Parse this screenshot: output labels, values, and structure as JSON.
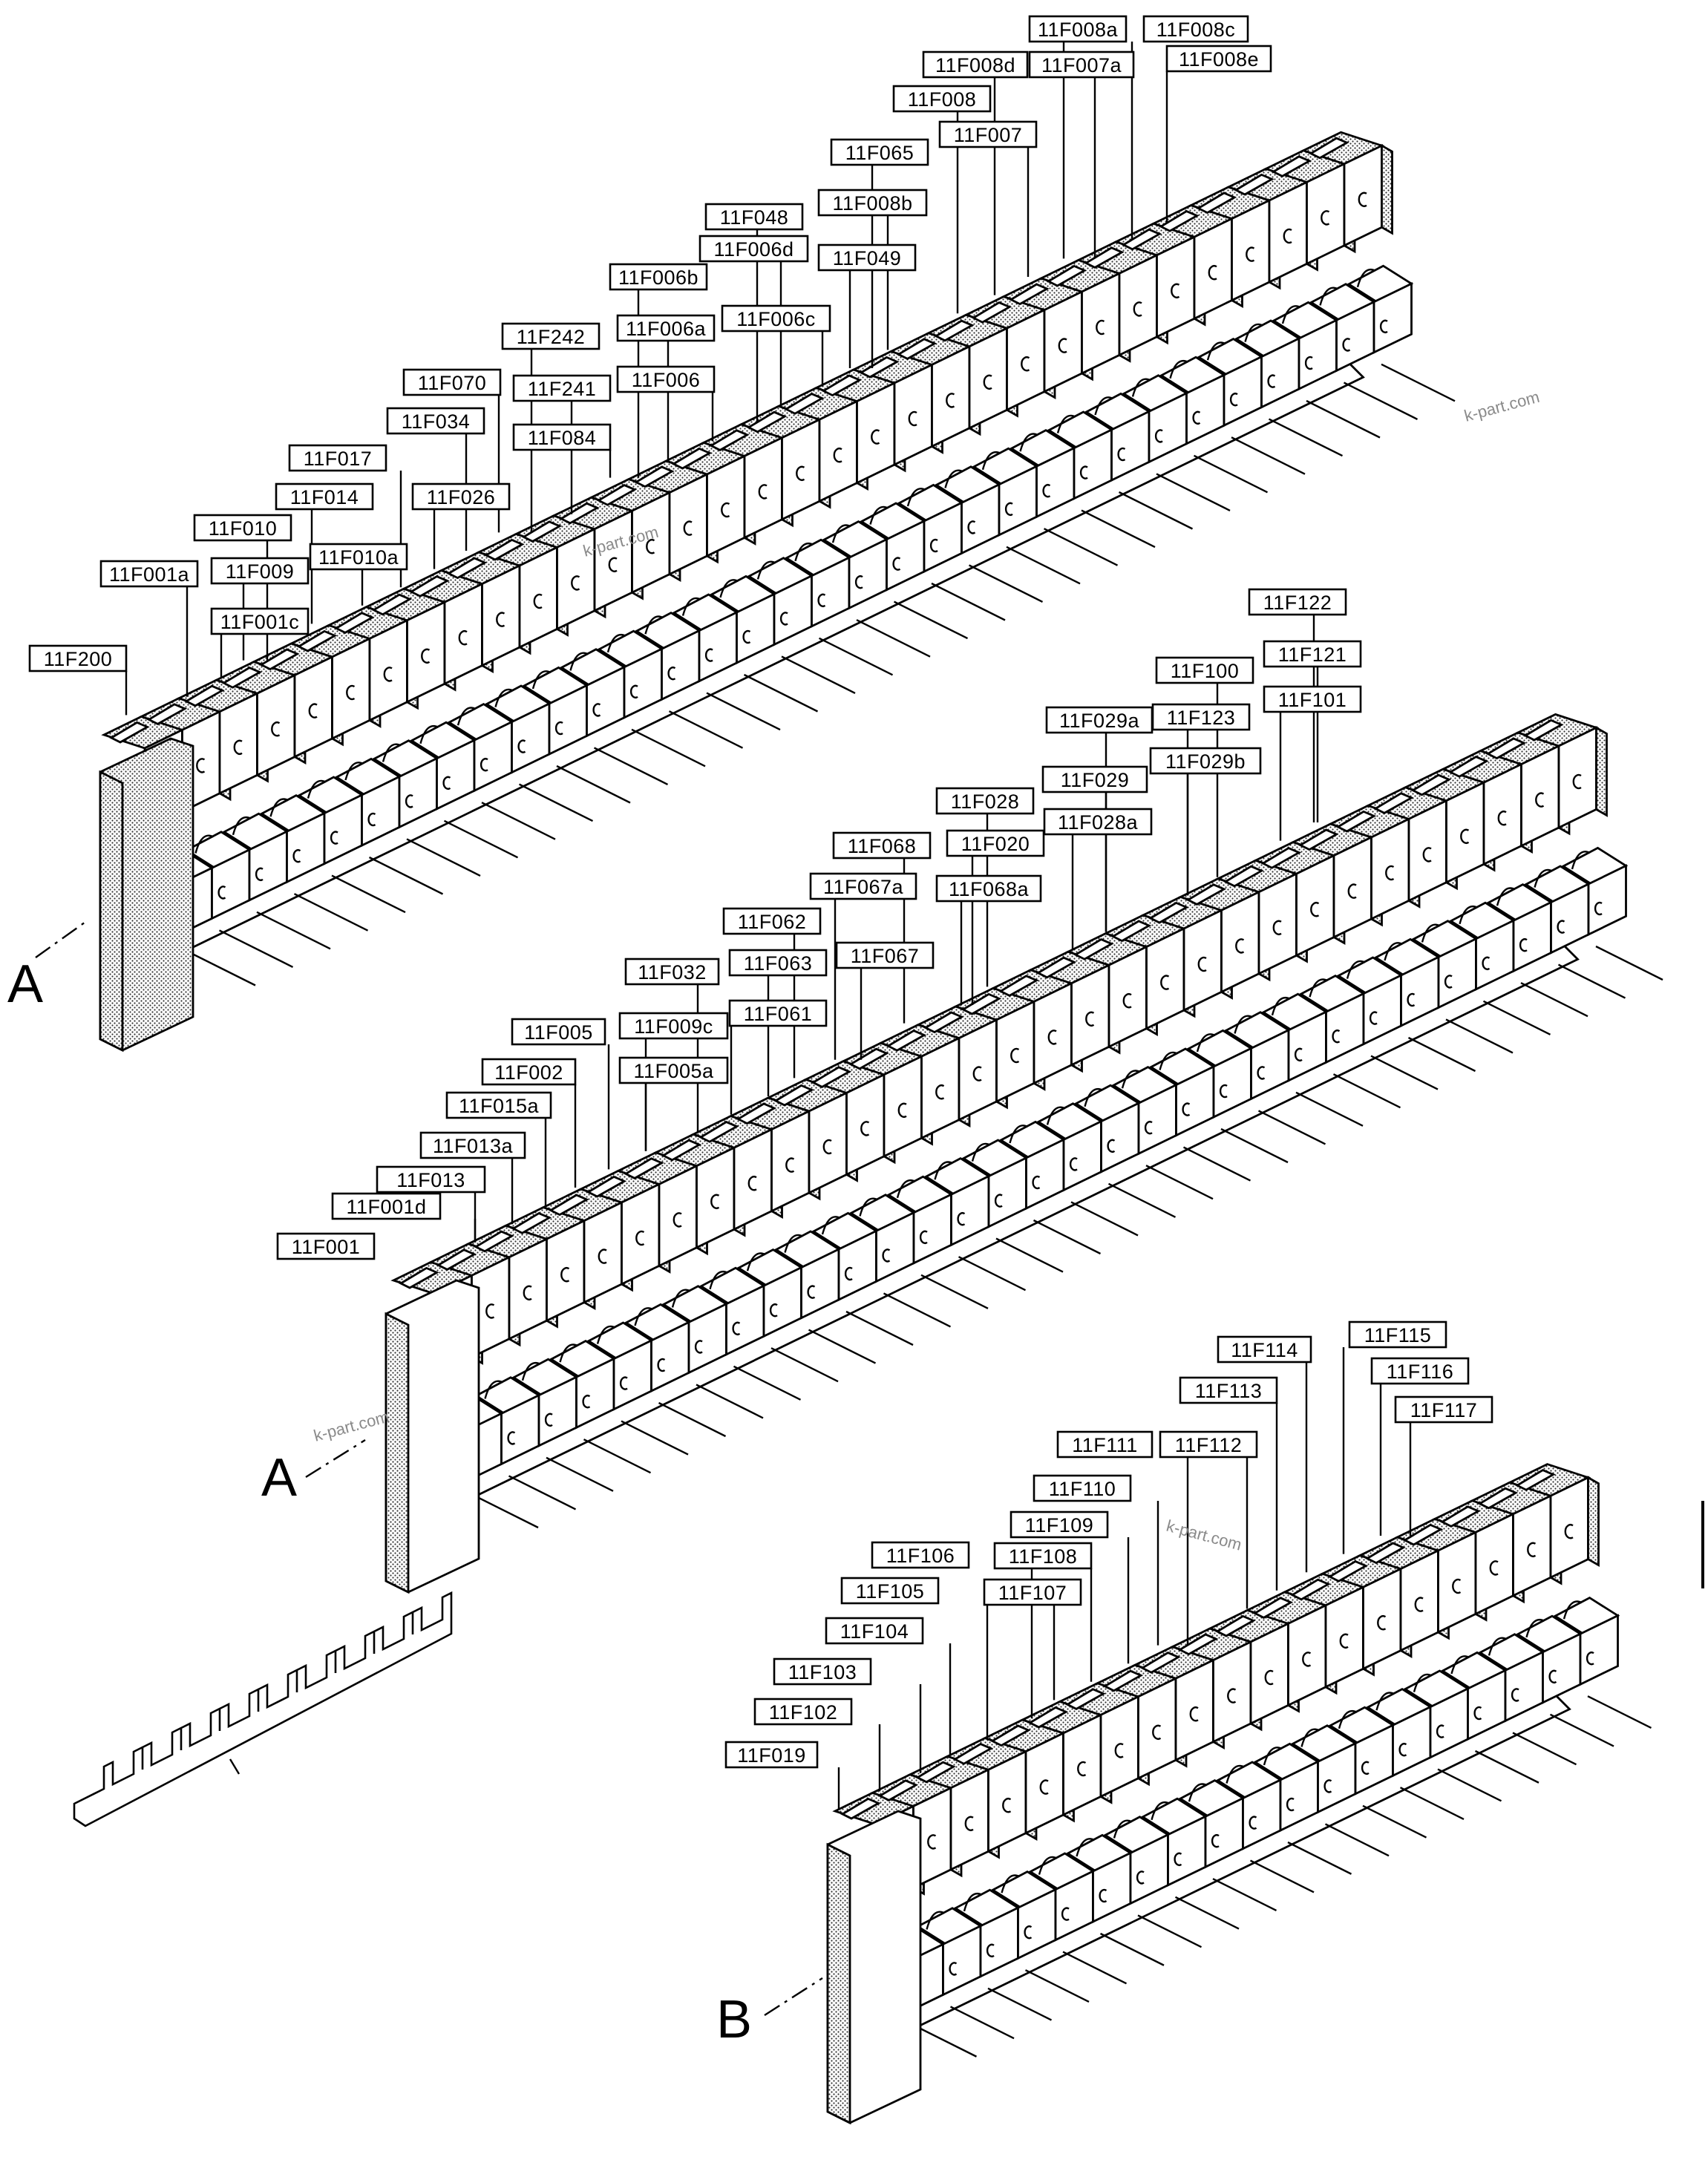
{
  "markers": {
    "row1": "A",
    "row2": "A",
    "row3": "B"
  },
  "watermark": "k-part.com",
  "rows": [
    {
      "id": "row1",
      "modules": 33,
      "labels": [
        "11F200",
        "11F001a",
        "11F001c",
        "11F009",
        "11F010",
        "11F014",
        "11F010a",
        "11F017",
        "11F034",
        "11F070",
        "11F026",
        "11F242",
        "11F241",
        "11F084",
        "11F006b",
        "11F006a",
        "11F006",
        "11F048",
        "11F006d",
        "11F006c",
        "11F065",
        "11F008b",
        "11F049",
        "11F008d",
        "11F008",
        "11F007",
        "11F008a",
        "11F007a",
        "11F008c",
        "11F008e"
      ]
    },
    {
      "id": "row2",
      "modules": 31,
      "labels": [
        "11F001",
        "11F001d",
        "11F013",
        "11F013a",
        "11F015a",
        "11F002",
        "11F005",
        "11F005a",
        "11F009c",
        "11F032",
        "11F061",
        "11F063",
        "11F062",
        "11F067",
        "11F067a",
        "11F068",
        "11F068a",
        "11F020",
        "11F028",
        "11F028a",
        "11F029",
        "11F029a",
        "11F029b",
        "11F123",
        "11F100",
        "11F101",
        "11F121",
        "11F122"
      ]
    },
    {
      "id": "row3",
      "modules": 19,
      "labels": [
        "11F019",
        "11F102",
        "11F103",
        "11F104",
        "11F105",
        "11F106",
        "11F107",
        "11F108",
        "11F109",
        "11F110",
        "11F111",
        "11F112",
        "11F113",
        "11F114",
        "11F115",
        "11F116",
        "11F117"
      ]
    }
  ]
}
